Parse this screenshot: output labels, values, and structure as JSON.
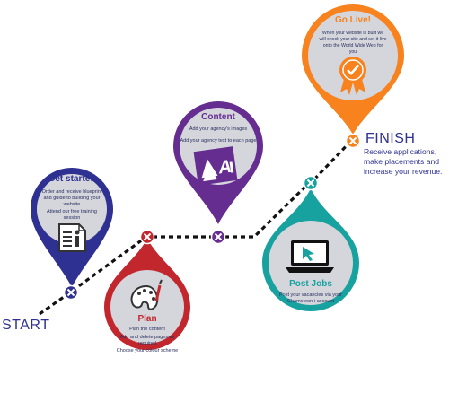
{
  "start_label": "START",
  "finish": {
    "label": "FINISH",
    "description": "Receive applications, make placements and increase your revenue."
  },
  "steps": [
    {
      "id": "get-started",
      "title": "Get started",
      "lines": [
        "Order and receive blueprint and guide to building your website",
        "Attend our free training session"
      ],
      "color": "#2e3191",
      "icon": "document-info-icon"
    },
    {
      "id": "plan",
      "title": "Plan",
      "lines": [
        "Plan the content",
        "Add and delete pages as required",
        "Choose your colour scheme"
      ],
      "color": "#c1272d",
      "icon": "palette-brush-icon"
    },
    {
      "id": "content",
      "title": "Content",
      "lines": [
        "Add your agency's images",
        "Add your agency text to each page"
      ],
      "color": "#662d91",
      "icon": "image-text-icon"
    },
    {
      "id": "post-jobs",
      "title": "Post Jobs",
      "lines": [
        "Post your vacancies via your Chameleon-i account"
      ],
      "color": "#17a2a0",
      "icon": "laptop-cursor-icon"
    },
    {
      "id": "go-live",
      "title": "Go Live!",
      "lines": [
        "When your website is built we will check your site and set it live onto the World Wide Web for you"
      ],
      "color": "#f7821e",
      "icon": "badge-check-icon"
    }
  ]
}
